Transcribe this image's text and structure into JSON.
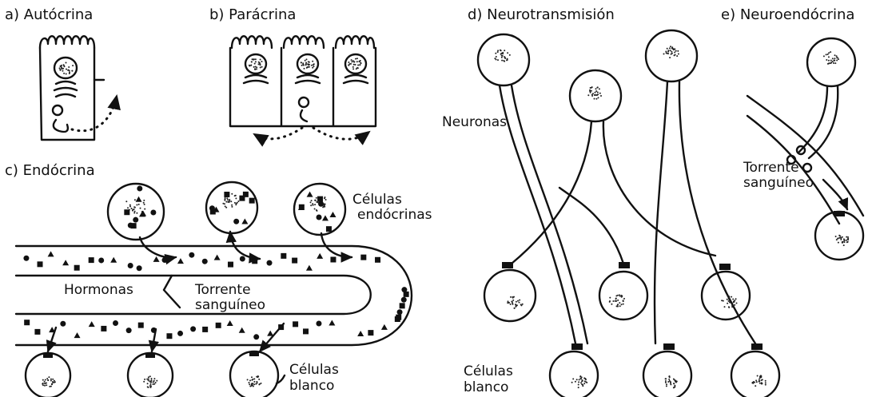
{
  "panels": {
    "a": {
      "title": "a) Autócrina"
    },
    "b": {
      "title": "b) Parácrina"
    },
    "c": {
      "title": "c) Endócrina",
      "label_endocrine_cells": [
        "Células",
        "endócrinas"
      ],
      "label_hormones": "Hormonas",
      "label_bloodstream": [
        "Torrente",
        "sanguíneo"
      ],
      "label_target_cells": [
        "Células",
        "blanco"
      ]
    },
    "d": {
      "title": "d)  Neurotransmisión",
      "label_neurons": "Neuronas",
      "label_target_cells": [
        "Células",
        "blanco"
      ]
    },
    "e": {
      "title": "e) Neuroendócrina",
      "label_bloodstream": [
        "Torrente",
        "sanguíneo"
      ]
    }
  },
  "colors": {
    "ink": "#111111",
    "paper": "#ffffff"
  }
}
